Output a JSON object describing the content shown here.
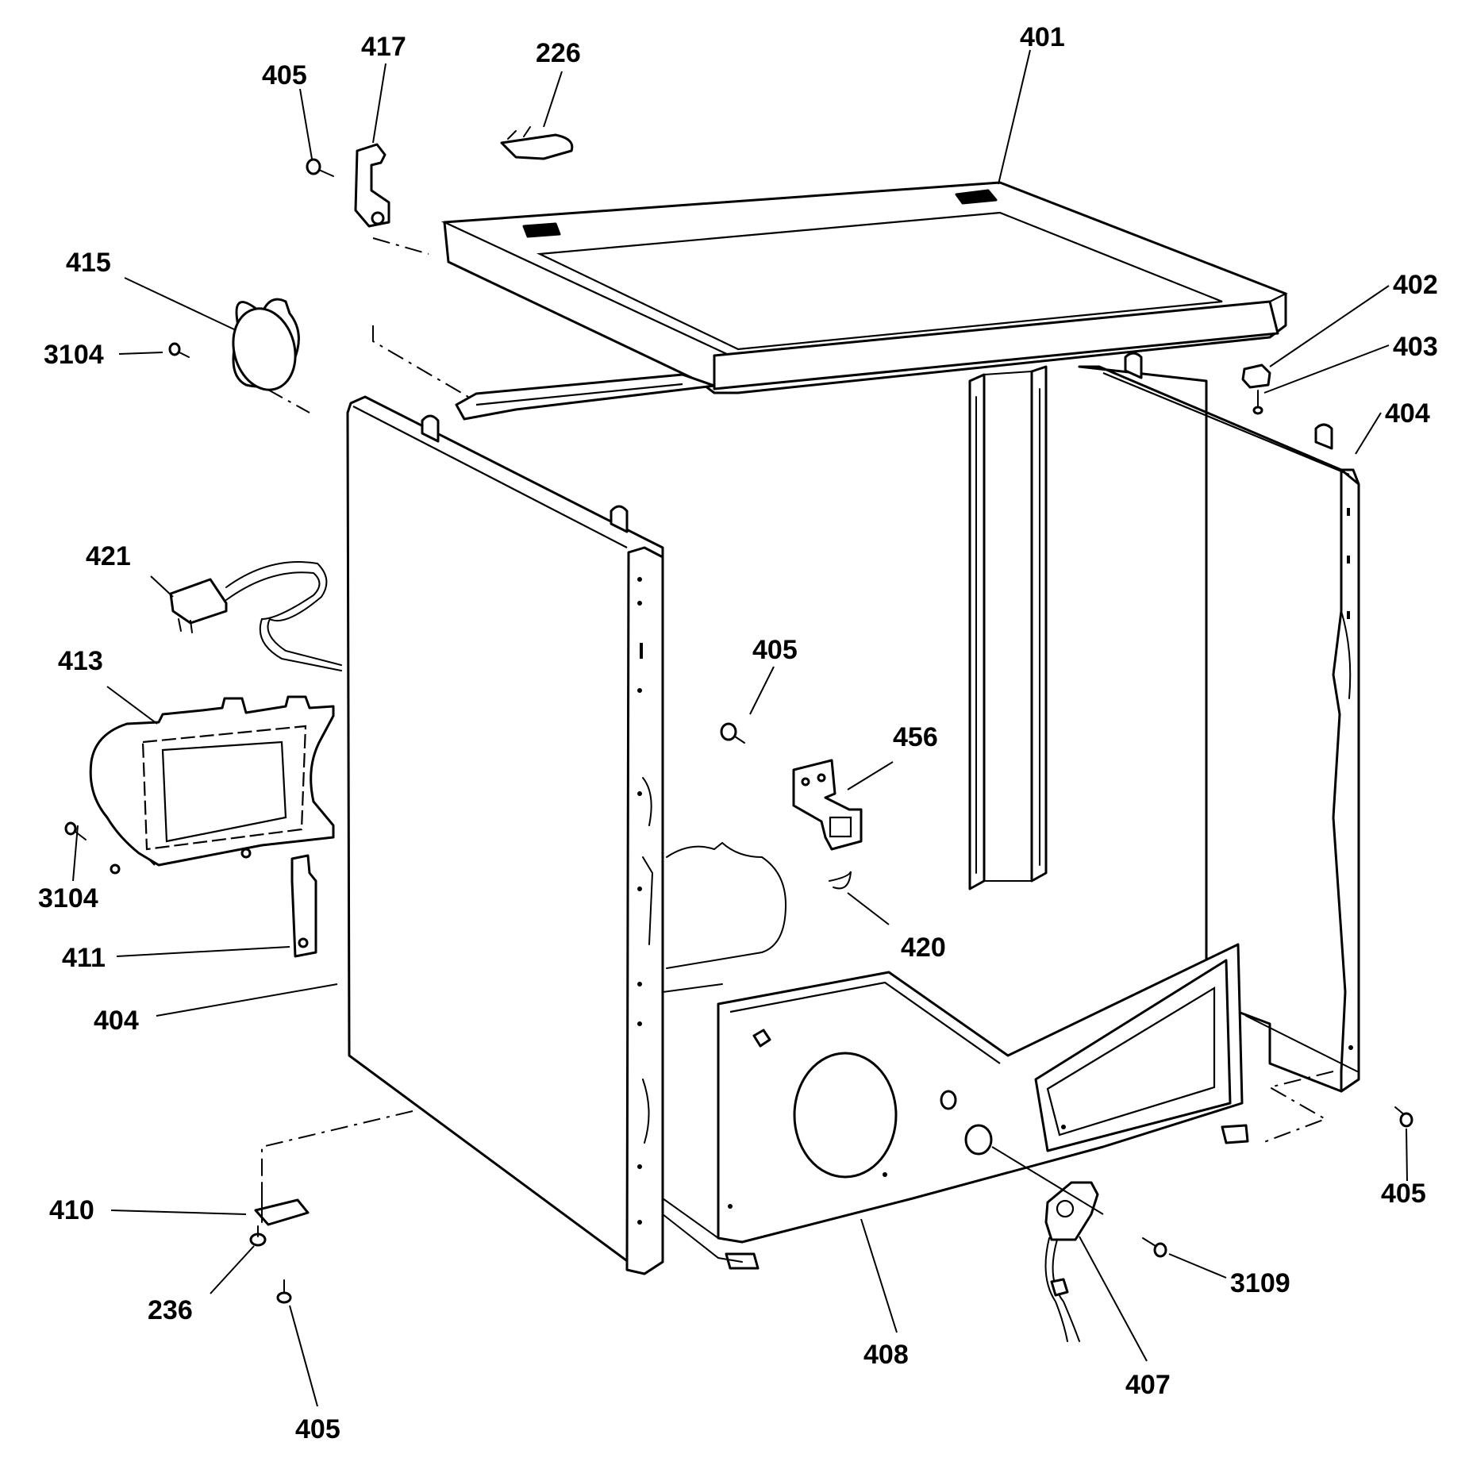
{
  "diagram": {
    "labels": {
      "p401": "401",
      "p402": "402",
      "p403": "403",
      "p404_right": "404",
      "p404_left": "404",
      "p405_top": "405",
      "p405_center": "405",
      "p405_right": "405",
      "p405_bottom": "405",
      "p407": "407",
      "p408": "408",
      "p410": "410",
      "p411": "411",
      "p413": "413",
      "p415": "415",
      "p417": "417",
      "p420": "420",
      "p421": "421",
      "p456": "456",
      "p226": "226",
      "p236": "236",
      "p3104_top": "3104",
      "p3104_bottom": "3104",
      "p3109": "3109"
    }
  }
}
